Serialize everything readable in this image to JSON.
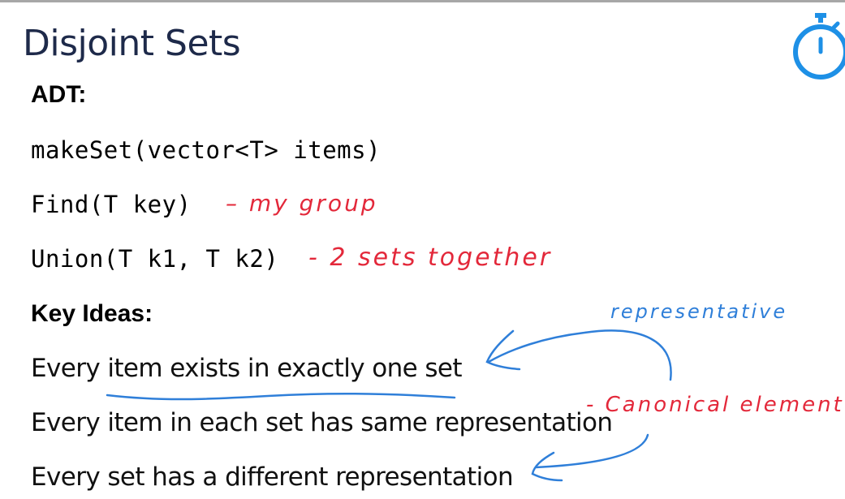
{
  "slide": {
    "title": "Disjoint Sets",
    "adt_heading": "ADT:",
    "operations": [
      {
        "signature": "makeSet(vector<T> items)",
        "note": ""
      },
      {
        "signature": "Find(T key)",
        "note": "– my group"
      },
      {
        "signature": "Union(T k1, T k2)",
        "note": "- 2 sets together"
      }
    ],
    "key_heading": "Key Ideas:",
    "ideas": [
      "Every item exists in exactly one set",
      "Every item in each set has same representation",
      "Every set has a different representation"
    ],
    "annotations": {
      "representative": "representative",
      "canonical": "- Canonical element"
    }
  },
  "icons": {
    "timer": "stopwatch-icon"
  },
  "colors": {
    "title": "#1e2a4a",
    "timer": "#1e90e6",
    "red_ink": "#e3283a",
    "blue_ink": "#2f7fd9"
  }
}
